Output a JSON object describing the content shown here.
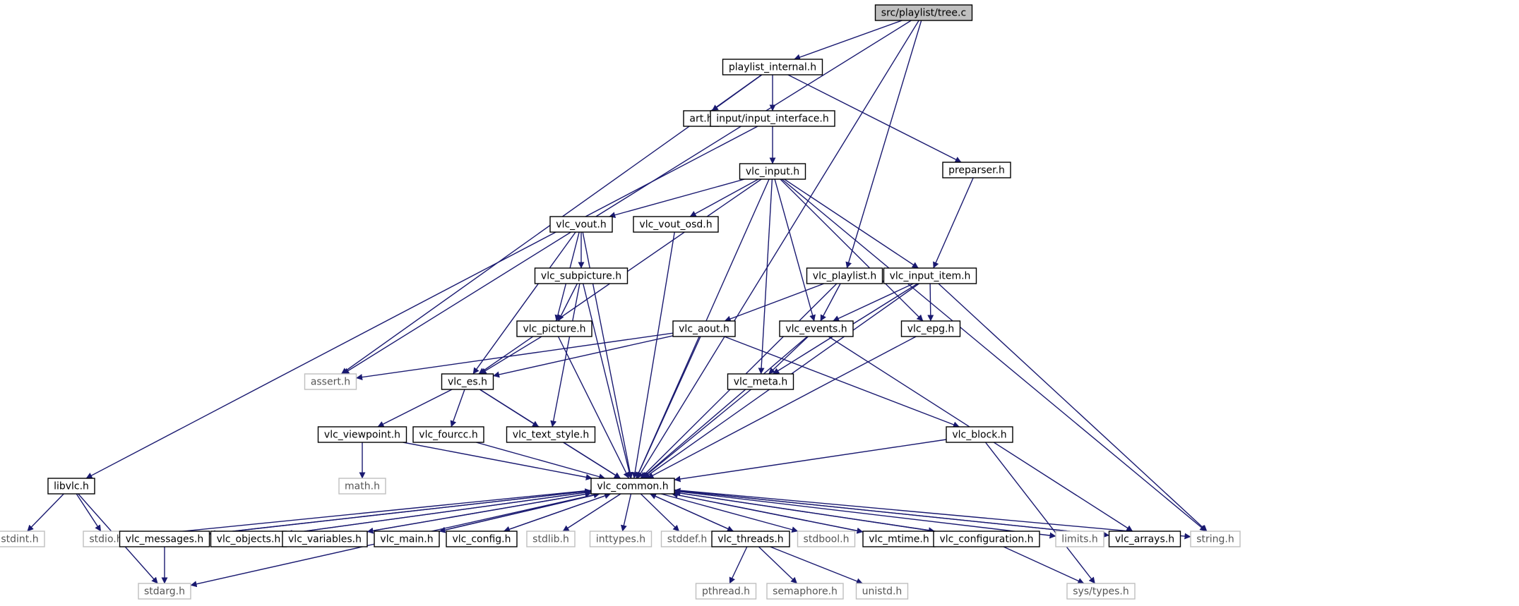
{
  "colors": {
    "edge": "#191970",
    "box_border": "#000000",
    "system_border": "#bfbfbf",
    "root_fill": "#bfbfbf",
    "fill": "#ffffff",
    "text": "#000000",
    "system_text": "#555555"
  },
  "nodes": [
    {
      "id": "tree_c",
      "label": "src/playlist/tree.c",
      "kind": "root"
    },
    {
      "id": "playlist_internal",
      "label": "playlist_internal.h",
      "kind": "file"
    },
    {
      "id": "art",
      "label": "art.h",
      "kind": "file"
    },
    {
      "id": "input_interface",
      "label": "input/input_interface.h",
      "kind": "file"
    },
    {
      "id": "preparser",
      "label": "preparser.h",
      "kind": "file"
    },
    {
      "id": "vlc_input",
      "label": "vlc_input.h",
      "kind": "file"
    },
    {
      "id": "vlc_vout",
      "label": "vlc_vout.h",
      "kind": "file"
    },
    {
      "id": "vlc_vout_osd",
      "label": "vlc_vout_osd.h",
      "kind": "file"
    },
    {
      "id": "vlc_subpicture",
      "label": "vlc_subpicture.h",
      "kind": "file"
    },
    {
      "id": "vlc_playlist",
      "label": "vlc_playlist.h",
      "kind": "file"
    },
    {
      "id": "vlc_input_item",
      "label": "vlc_input_item.h",
      "kind": "file"
    },
    {
      "id": "vlc_picture",
      "label": "vlc_picture.h",
      "kind": "file"
    },
    {
      "id": "vlc_aout",
      "label": "vlc_aout.h",
      "kind": "file"
    },
    {
      "id": "vlc_events",
      "label": "vlc_events.h",
      "kind": "file"
    },
    {
      "id": "vlc_epg",
      "label": "vlc_epg.h",
      "kind": "file"
    },
    {
      "id": "assert",
      "label": "assert.h",
      "kind": "system"
    },
    {
      "id": "vlc_es",
      "label": "vlc_es.h",
      "kind": "file"
    },
    {
      "id": "vlc_meta",
      "label": "vlc_meta.h",
      "kind": "file"
    },
    {
      "id": "vlc_viewpoint",
      "label": "vlc_viewpoint.h",
      "kind": "file"
    },
    {
      "id": "vlc_fourcc",
      "label": "vlc_fourcc.h",
      "kind": "file"
    },
    {
      "id": "vlc_text_style",
      "label": "vlc_text_style.h",
      "kind": "file"
    },
    {
      "id": "vlc_block",
      "label": "vlc_block.h",
      "kind": "file"
    },
    {
      "id": "math",
      "label": "math.h",
      "kind": "system"
    },
    {
      "id": "libvlc",
      "label": "libvlc.h",
      "kind": "file"
    },
    {
      "id": "vlc_common",
      "label": "vlc_common.h",
      "kind": "file"
    },
    {
      "id": "stdint",
      "label": "stdint.h",
      "kind": "system"
    },
    {
      "id": "stdio",
      "label": "stdio.h",
      "kind": "system"
    },
    {
      "id": "vlc_messages",
      "label": "vlc_messages.h",
      "kind": "file"
    },
    {
      "id": "vlc_objects",
      "label": "vlc_objects.h",
      "kind": "file"
    },
    {
      "id": "vlc_variables",
      "label": "vlc_variables.h",
      "kind": "file"
    },
    {
      "id": "vlc_main",
      "label": "vlc_main.h",
      "kind": "file"
    },
    {
      "id": "vlc_config",
      "label": "vlc_config.h",
      "kind": "file"
    },
    {
      "id": "stdlib",
      "label": "stdlib.h",
      "kind": "system"
    },
    {
      "id": "inttypes",
      "label": "inttypes.h",
      "kind": "system"
    },
    {
      "id": "stddef",
      "label": "stddef.h",
      "kind": "system"
    },
    {
      "id": "vlc_threads",
      "label": "vlc_threads.h",
      "kind": "file"
    },
    {
      "id": "stdbool",
      "label": "stdbool.h",
      "kind": "system"
    },
    {
      "id": "vlc_mtime",
      "label": "vlc_mtime.h",
      "kind": "file"
    },
    {
      "id": "vlc_configuration",
      "label": "vlc_configuration.h",
      "kind": "file"
    },
    {
      "id": "limits",
      "label": "limits.h",
      "kind": "system"
    },
    {
      "id": "vlc_arrays",
      "label": "vlc_arrays.h",
      "kind": "file"
    },
    {
      "id": "string",
      "label": "string.h",
      "kind": "system"
    },
    {
      "id": "stdarg",
      "label": "stdarg.h",
      "kind": "system"
    },
    {
      "id": "pthread",
      "label": "pthread.h",
      "kind": "system"
    },
    {
      "id": "semaphore",
      "label": "semaphore.h",
      "kind": "system"
    },
    {
      "id": "unistd",
      "label": "unistd.h",
      "kind": "system"
    },
    {
      "id": "sys_types",
      "label": "sys/types.h",
      "kind": "system"
    }
  ],
  "edges": [
    [
      "tree_c",
      "playlist_internal"
    ],
    [
      "tree_c",
      "assert"
    ],
    [
      "tree_c",
      "vlc_playlist"
    ],
    [
      "tree_c",
      "vlc_common"
    ],
    [
      "playlist_internal",
      "art"
    ],
    [
      "playlist_internal",
      "input_interface"
    ],
    [
      "playlist_internal",
      "preparser"
    ],
    [
      "playlist_internal",
      "assert"
    ],
    [
      "input_interface",
      "vlc_input"
    ],
    [
      "input_interface",
      "libvlc"
    ],
    [
      "preparser",
      "vlc_input_item"
    ],
    [
      "vlc_input",
      "vlc_vout"
    ],
    [
      "vlc_input",
      "vlc_vout_osd"
    ],
    [
      "vlc_input",
      "vlc_input_item"
    ],
    [
      "vlc_input",
      "vlc_events"
    ],
    [
      "vlc_input",
      "vlc_meta"
    ],
    [
      "vlc_input",
      "vlc_epg"
    ],
    [
      "vlc_input",
      "vlc_es"
    ],
    [
      "vlc_input",
      "vlc_common"
    ],
    [
      "vlc_input",
      "string"
    ],
    [
      "vlc_vout",
      "vlc_subpicture"
    ],
    [
      "vlc_vout",
      "vlc_picture"
    ],
    [
      "vlc_vout",
      "vlc_es"
    ],
    [
      "vlc_vout",
      "vlc_common"
    ],
    [
      "vlc_vout_osd",
      "vlc_common"
    ],
    [
      "vlc_subpicture",
      "vlc_picture"
    ],
    [
      "vlc_subpicture",
      "vlc_text_style"
    ],
    [
      "vlc_subpicture",
      "vlc_common"
    ],
    [
      "vlc_playlist",
      "vlc_events"
    ],
    [
      "vlc_playlist",
      "vlc_aout"
    ],
    [
      "vlc_playlist",
      "vlc_common"
    ],
    [
      "vlc_input_item",
      "vlc_events"
    ],
    [
      "vlc_input_item",
      "vlc_epg"
    ],
    [
      "vlc_input_item",
      "vlc_meta"
    ],
    [
      "vlc_input_item",
      "vlc_common"
    ],
    [
      "vlc_input_item",
      "string"
    ],
    [
      "vlc_picture",
      "vlc_es"
    ],
    [
      "vlc_picture",
      "vlc_common"
    ],
    [
      "vlc_aout",
      "assert"
    ],
    [
      "vlc_aout",
      "vlc_es"
    ],
    [
      "vlc_aout",
      "vlc_block"
    ],
    [
      "vlc_aout",
      "vlc_common"
    ],
    [
      "vlc_events",
      "vlc_meta"
    ],
    [
      "vlc_events",
      "vlc_common"
    ],
    [
      "vlc_events",
      "vlc_arrays"
    ],
    [
      "vlc_epg",
      "vlc_common"
    ],
    [
      "vlc_es",
      "vlc_viewpoint"
    ],
    [
      "vlc_es",
      "vlc_fourcc"
    ],
    [
      "vlc_es",
      "vlc_text_style"
    ],
    [
      "vlc_es",
      "vlc_common"
    ],
    [
      "vlc_meta",
      "vlc_common"
    ],
    [
      "vlc_viewpoint",
      "math"
    ],
    [
      "vlc_viewpoint",
      "vlc_common"
    ],
    [
      "vlc_fourcc",
      "vlc_common"
    ],
    [
      "vlc_text_style",
      "vlc_common"
    ],
    [
      "vlc_block",
      "vlc_common"
    ],
    [
      "vlc_block",
      "sys_types"
    ],
    [
      "libvlc",
      "stdint"
    ],
    [
      "libvlc",
      "stdio"
    ],
    [
      "libvlc",
      "stdarg"
    ],
    [
      "vlc_common",
      "stdio"
    ],
    [
      "vlc_common",
      "vlc_messages"
    ],
    [
      "vlc_common",
      "vlc_objects"
    ],
    [
      "vlc_common",
      "vlc_variables"
    ],
    [
      "vlc_common",
      "vlc_main"
    ],
    [
      "vlc_common",
      "vlc_config"
    ],
    [
      "vlc_common",
      "stdlib"
    ],
    [
      "vlc_common",
      "inttypes"
    ],
    [
      "vlc_common",
      "stddef"
    ],
    [
      "vlc_common",
      "vlc_threads"
    ],
    [
      "vlc_common",
      "stdbool"
    ],
    [
      "vlc_common",
      "vlc_mtime"
    ],
    [
      "vlc_common",
      "vlc_configuration"
    ],
    [
      "vlc_common",
      "limits"
    ],
    [
      "vlc_common",
      "vlc_arrays"
    ],
    [
      "vlc_common",
      "string"
    ],
    [
      "vlc_common",
      "stdarg"
    ],
    [
      "vlc_messages",
      "vlc_common"
    ],
    [
      "vlc_messages",
      "stdarg"
    ],
    [
      "vlc_objects",
      "vlc_common"
    ],
    [
      "vlc_variables",
      "vlc_common"
    ],
    [
      "vlc_main",
      "vlc_common"
    ],
    [
      "vlc_config",
      "vlc_common"
    ],
    [
      "vlc_threads",
      "vlc_common"
    ],
    [
      "vlc_threads",
      "pthread"
    ],
    [
      "vlc_threads",
      "semaphore"
    ],
    [
      "vlc_threads",
      "unistd"
    ],
    [
      "vlc_mtime",
      "vlc_common"
    ],
    [
      "vlc_configuration",
      "vlc_common"
    ],
    [
      "vlc_configuration",
      "sys_types"
    ],
    [
      "vlc_arrays",
      "vlc_common"
    ]
  ]
}
